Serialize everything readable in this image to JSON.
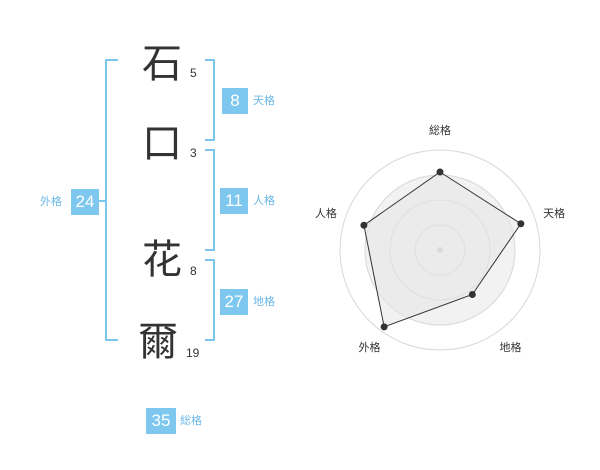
{
  "name": {
    "chars": [
      {
        "char": "石",
        "strokes": "5"
      },
      {
        "char": "口",
        "strokes": "3"
      },
      {
        "char": "花",
        "strokes": "8"
      },
      {
        "char": "爾",
        "strokes": "19"
      }
    ]
  },
  "fortunes": {
    "tenkaku": {
      "value": "8",
      "label": "天格"
    },
    "jinkaku": {
      "value": "11",
      "label": "人格"
    },
    "chikaku": {
      "value": "27",
      "label": "地格"
    },
    "gaikaku": {
      "value": "24",
      "label": "外格"
    },
    "soukaku": {
      "value": "35",
      "label": "総格"
    }
  },
  "colors": {
    "accent": "#7ec8f0",
    "bracket": "#7ec8f0",
    "radar_fill": "#f2f2f2"
  },
  "chart_data": {
    "type": "radar",
    "axes": [
      "総格",
      "天格",
      "地格",
      "外格",
      "人格"
    ],
    "values": [
      0.78,
      0.85,
      0.55,
      0.95,
      0.8
    ],
    "rings": 4
  }
}
